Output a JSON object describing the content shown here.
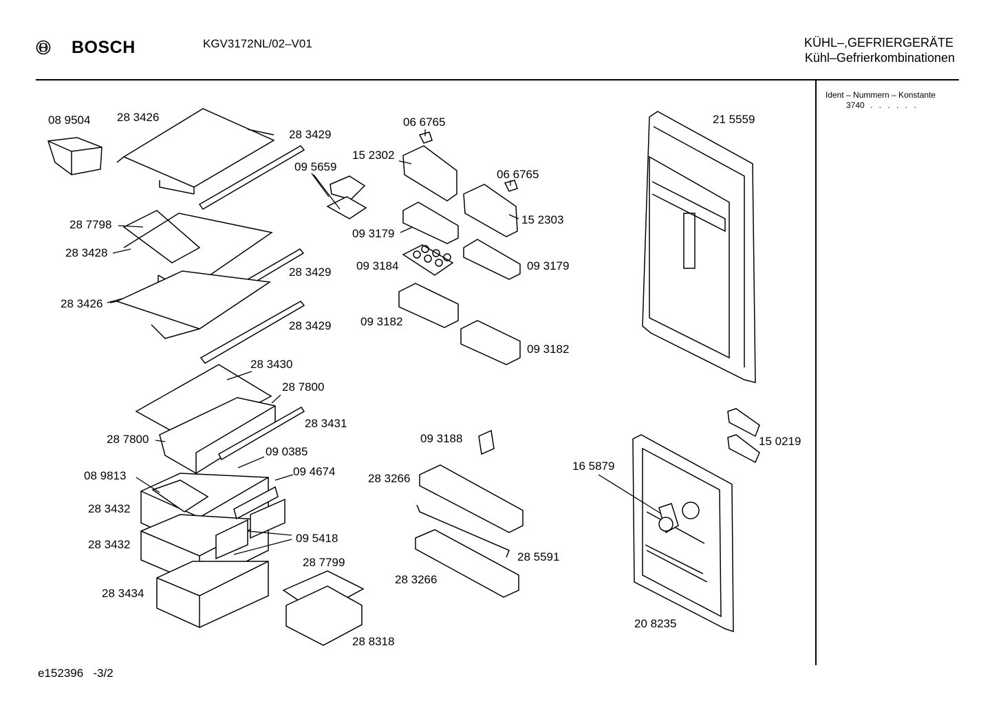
{
  "header": {
    "brand": "BOSCH",
    "model": "KGV3172NL/02–V01",
    "category_line1": "KÜHL–,GEFRIERGERÄTE",
    "category_line2": "Kühl–Gefrierkombinationen"
  },
  "sidebar": {
    "ident_heading": "Ident – Nummern – Konstante",
    "ident_value": "3740",
    "ident_dots": ". . . . . ."
  },
  "footer": {
    "doc_code": "e152396",
    "page": "-3/2"
  },
  "parts": [
    {
      "id": "p089504a",
      "number": "08 9504"
    },
    {
      "id": "p283426a",
      "number": "28 3426"
    },
    {
      "id": "p283429a",
      "number": "28 3429"
    },
    {
      "id": "p066765a",
      "number": "06 6765"
    },
    {
      "id": "p152302",
      "number": "15 2302"
    },
    {
      "id": "p095659",
      "number": "09 5659"
    },
    {
      "id": "p066765b",
      "number": "06 6765"
    },
    {
      "id": "p152303",
      "number": "15 2303"
    },
    {
      "id": "p215559",
      "number": "21 5559"
    },
    {
      "id": "p287798",
      "number": "28 7798"
    },
    {
      "id": "p093179a",
      "number": "09 3179"
    },
    {
      "id": "p283428",
      "number": "28 3428"
    },
    {
      "id": "p093184",
      "number": "09 3184"
    },
    {
      "id": "p093179b",
      "number": "09 3179"
    },
    {
      "id": "p283429b",
      "number": "28 3429"
    },
    {
      "id": "p283426b",
      "number": "28 3426"
    },
    {
      "id": "p093182a",
      "number": "09 3182"
    },
    {
      "id": "p283429c",
      "number": "28 3429"
    },
    {
      "id": "p093182b",
      "number": "09 3182"
    },
    {
      "id": "p283430",
      "number": "28 3430"
    },
    {
      "id": "p287800a",
      "number": "28 7800"
    },
    {
      "id": "p283431",
      "number": "28 3431"
    },
    {
      "id": "p287800b",
      "number": "28 7800"
    },
    {
      "id": "p093188",
      "number": "09 3188"
    },
    {
      "id": "p150219",
      "number": "15 0219"
    },
    {
      "id": "p090385",
      "number": "09 0385"
    },
    {
      "id": "p094674",
      "number": "09 4674"
    },
    {
      "id": "p165879",
      "number": "16 5879"
    },
    {
      "id": "p089813",
      "number": "08 9813"
    },
    {
      "id": "p283266a",
      "number": "28 3266"
    },
    {
      "id": "p283432a",
      "number": "28 3432"
    },
    {
      "id": "p095418",
      "number": "09 5418"
    },
    {
      "id": "p283432b",
      "number": "28 3432"
    },
    {
      "id": "p285591",
      "number": "28 5591"
    },
    {
      "id": "p287799",
      "number": "28 7799"
    },
    {
      "id": "p283266b",
      "number": "28 3266"
    },
    {
      "id": "p283434",
      "number": "28 3434"
    },
    {
      "id": "p208235",
      "number": "20 8235"
    },
    {
      "id": "p288318",
      "number": "28 8318"
    }
  ]
}
